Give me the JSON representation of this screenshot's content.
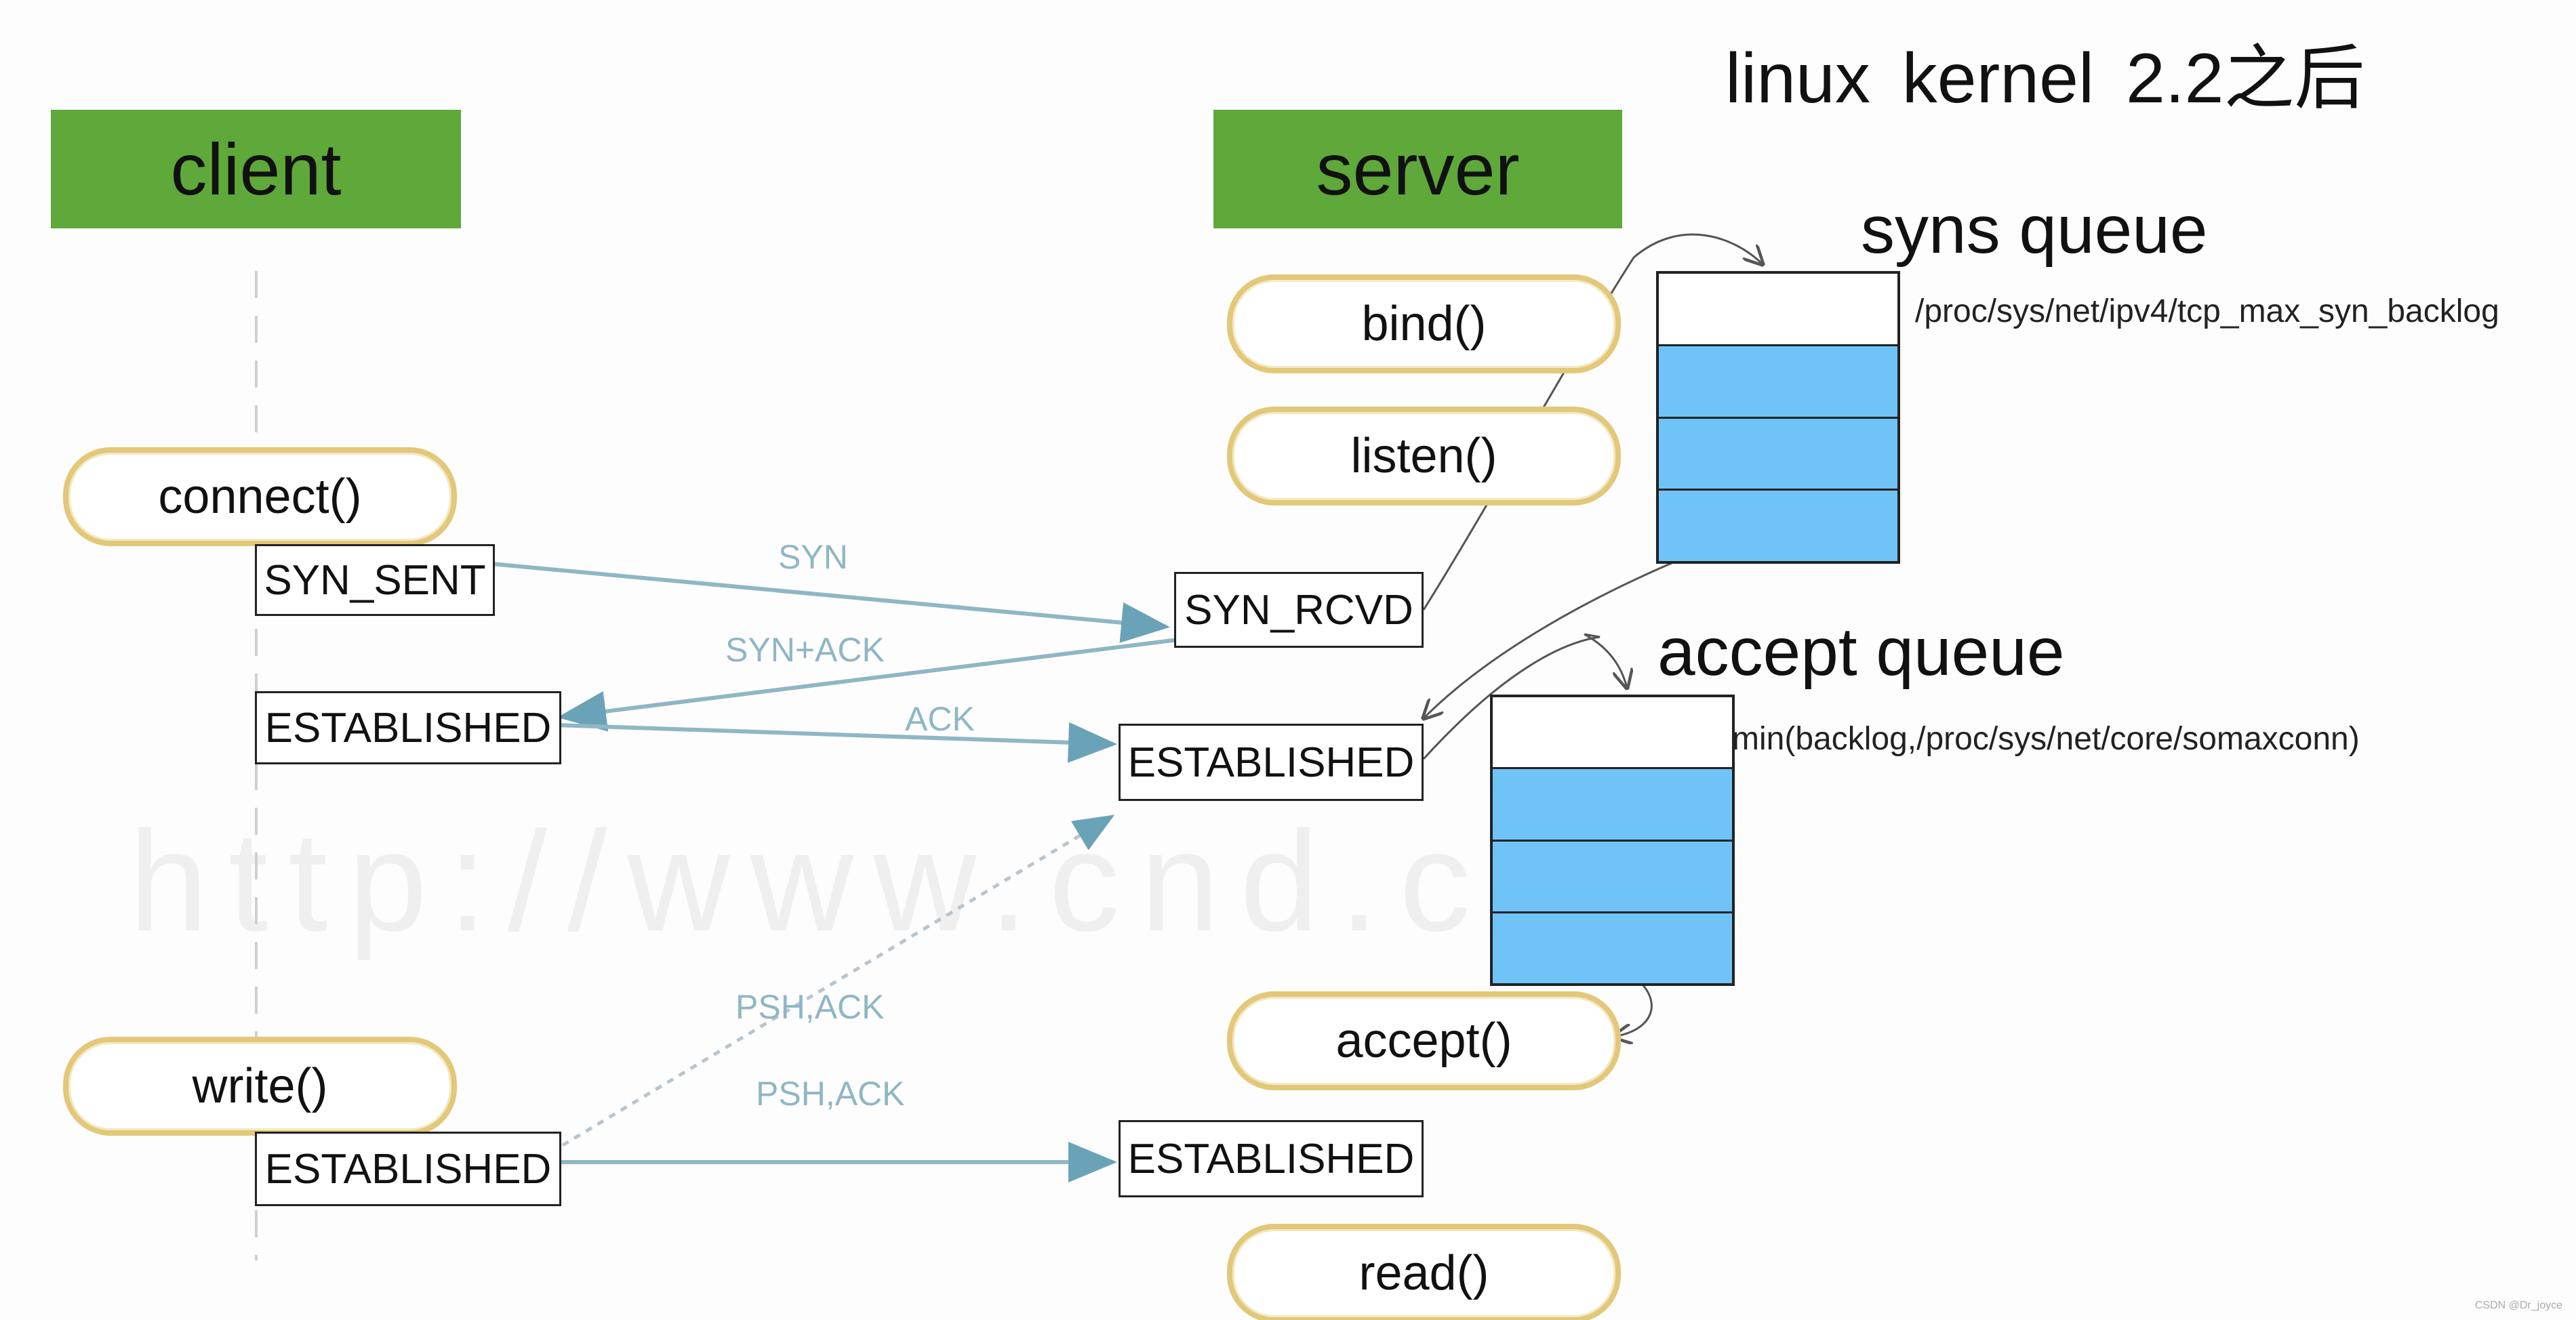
{
  "title": "linux  kernel 2.2之后",
  "client": {
    "header": "client",
    "connect_call": "connect()",
    "write_call": "write()",
    "states": {
      "syn_sent": "SYN_SENT",
      "established_1": "ESTABLISHED",
      "established_2": "ESTABLISHED"
    }
  },
  "server": {
    "header": "server",
    "bind_call": "bind()",
    "listen_call": "listen()",
    "accept_call": "accept()",
    "read_call": "read()",
    "states": {
      "syn_rcvd": "SYN_RCVD",
      "established_1": "ESTABLISHED",
      "established_2": "ESTABLISHED"
    }
  },
  "syns_queue": {
    "title": "syns queue",
    "note": "/proc/sys/net/ipv4/tcp_max_syn_backlog"
  },
  "accept_queue": {
    "title": "accept queue",
    "note": "min(backlog,/proc/sys/net/core/somaxconn)"
  },
  "messages": {
    "syn": "SYN",
    "syn_ack": "SYN+ACK",
    "ack": "ACK",
    "psh_ack_1": "PSH,ACK",
    "psh_ack_2": "PSH,ACK"
  },
  "watermark": "http://www.cnd.com",
  "footer": "CSDN @Dr_joyce",
  "colors": {
    "header_green": "#5fa83a",
    "queue_blue": "#6fc3f7",
    "pill_border": "#e2c878",
    "message_arrow": "#8fb6c4"
  }
}
